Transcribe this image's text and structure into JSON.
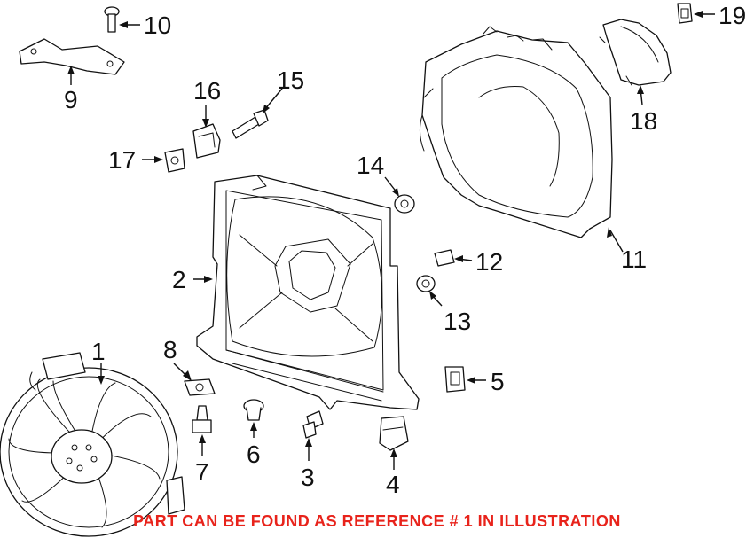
{
  "caption": {
    "text": "PART CAN BE FOUND AS REFERENCE # 1 IN ILLUSTRATION",
    "color": "#e8231b"
  },
  "callouts": [
    "1",
    "2",
    "3",
    "4",
    "5",
    "6",
    "7",
    "8",
    "9",
    "10",
    "11",
    "12",
    "13",
    "14",
    "15",
    "16",
    "17",
    "18",
    "19"
  ],
  "parts": [
    "fan-motor-assembly",
    "fan-shroud",
    "bolt",
    "bracket",
    "clip-nut",
    "grommet",
    "bolt",
    "clip",
    "mounting-bracket",
    "screw",
    "air-duct",
    "pin",
    "grommet",
    "grommet",
    "bolt",
    "bracket",
    "clip-nut",
    "duct-cover",
    "clip"
  ]
}
